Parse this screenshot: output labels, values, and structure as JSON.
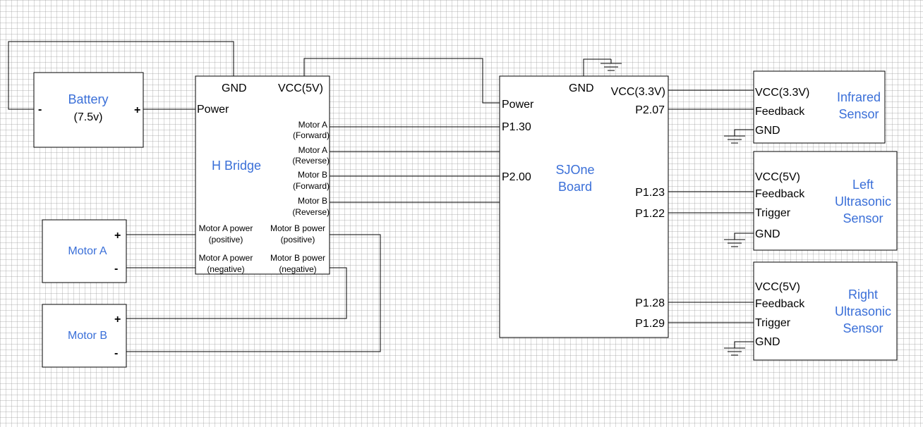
{
  "colors": {
    "component_title": "#3a6fd8",
    "wire": "#000000",
    "box_border": "#000000"
  },
  "battery": {
    "title": "Battery",
    "subtitle": "(7.5v)",
    "neg": "-",
    "pos": "+"
  },
  "motor_a": {
    "title": "Motor A",
    "pos": "+",
    "neg": "-"
  },
  "motor_b": {
    "title": "Motor B",
    "pos": "+",
    "neg": "-"
  },
  "hbridge": {
    "title": "H Bridge",
    "gnd": "GND",
    "vcc": "VCC(5V)",
    "power": "Power",
    "pins": [
      {
        "name": "Motor A",
        "dir": "(Forward)"
      },
      {
        "name": "Motor A",
        "dir": "(Reverse)"
      },
      {
        "name": "Motor B",
        "dir": "(Forward)"
      },
      {
        "name": "Motor B",
        "dir": "(Reverse)"
      }
    ],
    "ma_pos": {
      "l1": "Motor A power",
      "l2": "(positive)"
    },
    "mb_pos": {
      "l1": "Motor B power",
      "l2": "(positive)"
    },
    "ma_neg": {
      "l1": "Motor A power",
      "l2": "(negative)"
    },
    "mb_neg": {
      "l1": "Motor B power",
      "l2": "(negative)"
    }
  },
  "sjone": {
    "title1": "SJOne",
    "title2": "Board",
    "gnd": "GND",
    "power": "Power",
    "p130": "P1.30",
    "p200": "P2.00",
    "vcc": "VCC(3.3V)",
    "p207": "P2.07",
    "p123": "P1.23",
    "p122": "P1.22",
    "p128": "P1.28",
    "p129": "P1.29"
  },
  "infrared": {
    "title1": "Infrared",
    "title2": "Sensor",
    "vcc": "VCC(3.3V)",
    "feedback": "Feedback",
    "gnd": "GND"
  },
  "left_us": {
    "title1": "Left",
    "title2": "Ultrasonic",
    "title3": "Sensor",
    "vcc": "VCC(5V)",
    "feedback": "Feedback",
    "trigger": "Trigger",
    "gnd": "GND"
  },
  "right_us": {
    "title1": "Right",
    "title2": "Ultrasonic",
    "title3": "Sensor",
    "vcc": "VCC(5V)",
    "feedback": "Feedback",
    "trigger": "Trigger",
    "gnd": "GND"
  }
}
